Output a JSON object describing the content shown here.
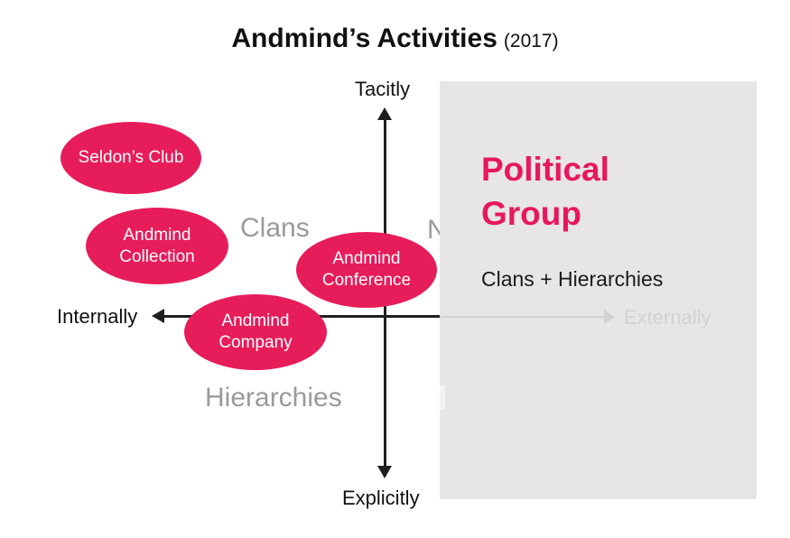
{
  "title": {
    "main": "Andmind’s Activities",
    "year": "(2017)"
  },
  "axes": {
    "top": "Tacitly",
    "bottom": "Explicitly",
    "left": "Internally",
    "right_faint": "Externally"
  },
  "quadrants": {
    "top_left": "Clans",
    "bottom_left": "Hierarchies",
    "top_right_visible": "N"
  },
  "bubbles": {
    "seldons_club": {
      "label": "Seldon’s Club"
    },
    "collection": {
      "line1": "Andmind",
      "line2": "Collection"
    },
    "conference": {
      "line1": "Andmind",
      "line2": "Conference"
    },
    "company": {
      "line1": "Andmind",
      "line2": "Company"
    }
  },
  "overlay": {
    "heading": "Political Group",
    "subtitle": "Clans + Hierarchies"
  },
  "colors": {
    "bubble_pink": "#E71C5A",
    "heading_pink": "#E8175B",
    "quadrant_gray": "#9A9A9A",
    "panel_gray": "#E7E5E6",
    "axis_black": "#1F1F1F"
  }
}
